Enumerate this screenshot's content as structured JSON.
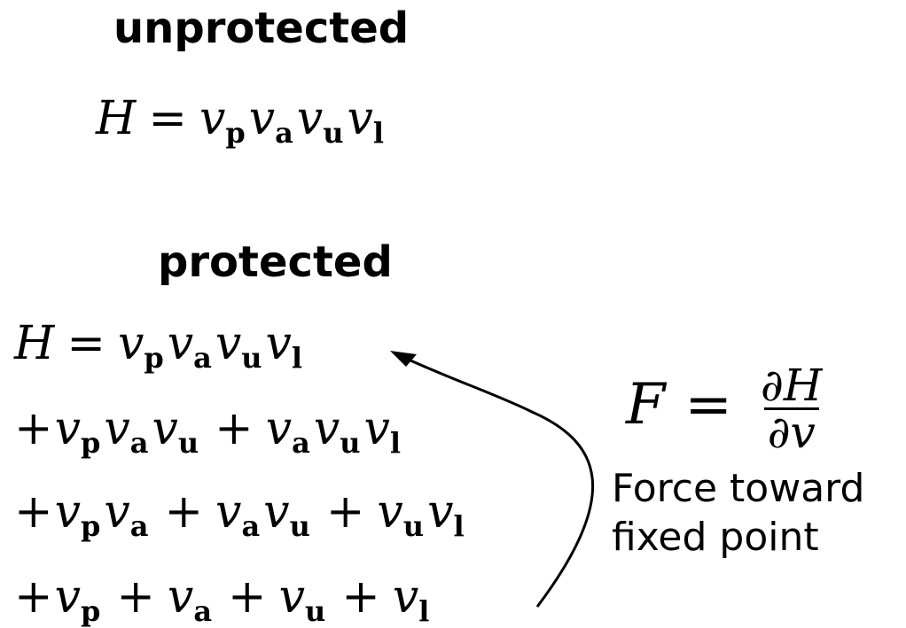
{
  "headings": {
    "unprotected": "unprotected",
    "protected": "protected"
  },
  "caption": {
    "line1": "Force toward",
    "line2": "fixed point"
  },
  "symbols": {
    "H": "H",
    "F": "F",
    "v": "v",
    "eq": "=",
    "plus": "+",
    "partial_H": "∂H",
    "partial_v": "∂v",
    "sub_p": "p",
    "sub_a": "a",
    "sub_u": "u",
    "sub_l": "l"
  }
}
